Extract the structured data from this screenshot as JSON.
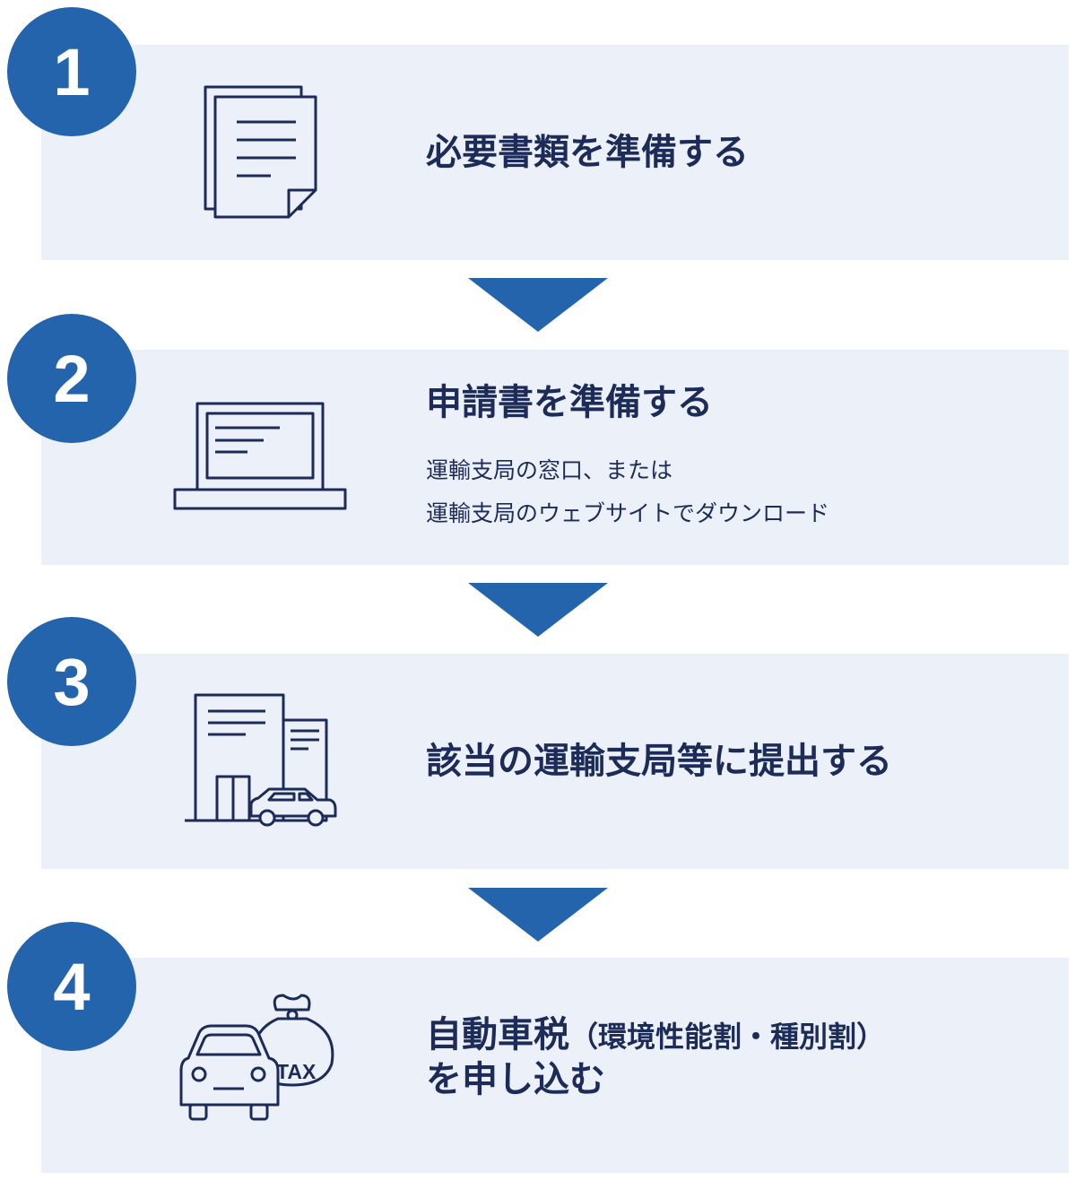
{
  "colors": {
    "box_background": "#ebf0f9",
    "accent_blue": "#2364ac",
    "text_navy": "#1c2b58"
  },
  "steps": [
    {
      "number": "1",
      "title": "必要書類を準備する",
      "icon": "documents-icon"
    },
    {
      "number": "2",
      "title": "申請書を準備する",
      "icon": "laptop-icon",
      "description": [
        "運輸支局の窓口、または",
        "運輸支局のウェブサイトでダウンロード"
      ]
    },
    {
      "number": "3",
      "title": "該当の運輸支局等に提出する",
      "icon": "office-building-car-icon"
    },
    {
      "number": "4",
      "title_main": "自動車税",
      "title_paren": "（環境性能割・種別割）",
      "title_line2": "を申し込む",
      "icon": "car-tax-bag-icon",
      "icon_text": "TAX"
    }
  ]
}
